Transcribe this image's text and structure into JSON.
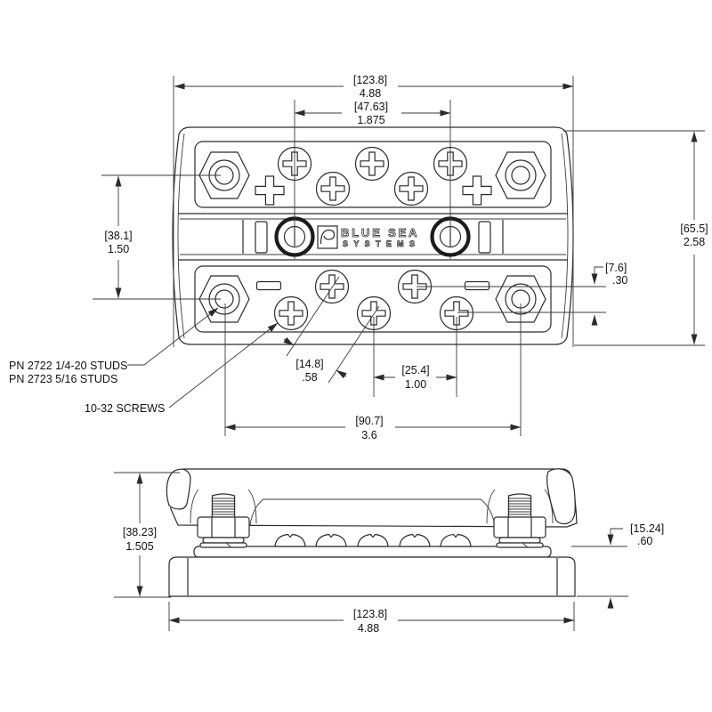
{
  "title": "Blue Sea Systems DualBus bus bar dimensional drawing",
  "logo": {
    "line1": "BLUE SEA",
    "line2": "SYSTEMS"
  },
  "notes": {
    "stud_pn_line1": "PN 2722 1/4-20 STUDS",
    "stud_pn_line2": "PN 2723 5/16 STUDS",
    "screw_note": "10-32 SCREWS"
  },
  "dimensions": {
    "top_width_mm": "[123.8]",
    "top_width_in": "4.88",
    "stud_spacing_mm": "[47.63]",
    "stud_spacing_in": "1.875",
    "row_spacing_mm": "[38.1]",
    "row_spacing_in": "1.50",
    "body_height_mm": "[65.5]",
    "body_height_in": "2.58",
    "row_offset_mm": "[7.6]",
    "row_offset_in": ".30",
    "screw_diagonal_mm": "[14.8]",
    "screw_diagonal_in": ".58",
    "screw_pitch_mm": "[25.4]",
    "screw_pitch_in": "1.00",
    "stud_span_mm": "[90.7]",
    "stud_span_in": "3.6",
    "side_height_mm": "[38.23]",
    "side_height_in": "1.505",
    "base_height_mm": "[15.24]",
    "base_height_in": ".60",
    "bottom_width_mm": "[123.8]",
    "bottom_width_in": "4.88"
  }
}
